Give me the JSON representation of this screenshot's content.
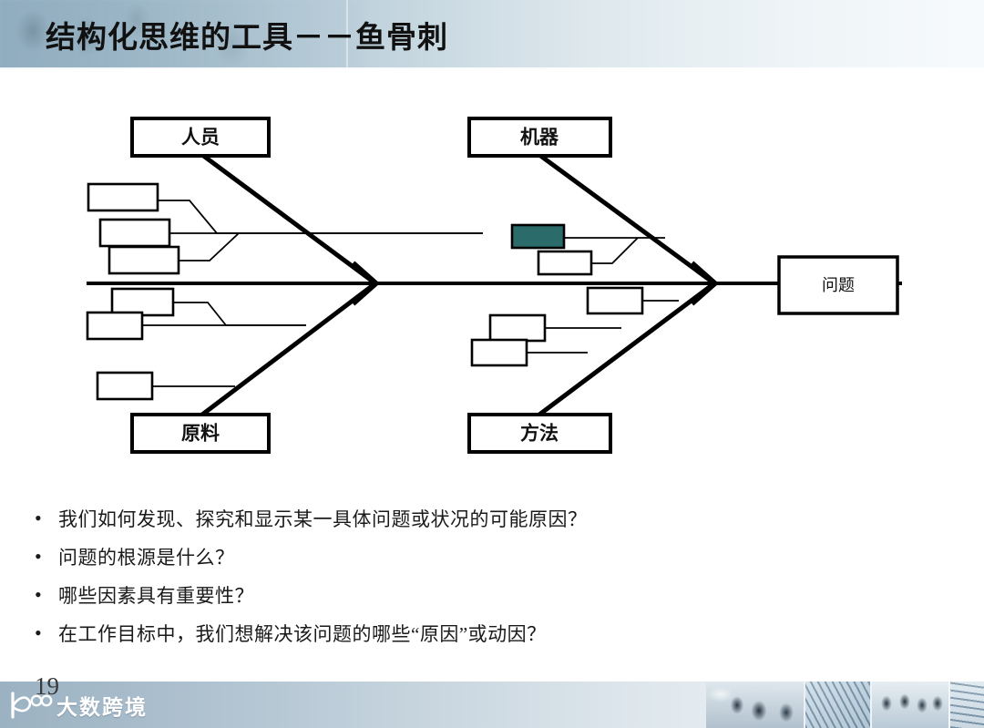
{
  "header": {
    "title": "结构化思维的工具－－鱼骨刺"
  },
  "diagram": {
    "type": "fishbone",
    "head": {
      "label": "问题"
    },
    "categories": [
      {
        "id": "personnel",
        "label": "人员",
        "position": "top-left"
      },
      {
        "id": "machine",
        "label": "机器",
        "position": "top-right"
      },
      {
        "id": "material",
        "label": "原料",
        "position": "bottom-left"
      },
      {
        "id": "method",
        "label": "方法",
        "position": "bottom-right"
      }
    ],
    "cause_boxes": [
      {
        "id": "personnel-cause-1",
        "label": "",
        "filled": false
      },
      {
        "id": "personnel-cause-2",
        "label": "",
        "filled": false
      },
      {
        "id": "personnel-cause-3",
        "label": "",
        "filled": false
      },
      {
        "id": "machine-cause-1",
        "label": "",
        "filled": true
      },
      {
        "id": "machine-cause-2",
        "label": "",
        "filled": false
      },
      {
        "id": "material-cause-1",
        "label": "",
        "filled": false
      },
      {
        "id": "material-cause-2",
        "label": "",
        "filled": false
      },
      {
        "id": "material-cause-3",
        "label": "",
        "filled": false
      },
      {
        "id": "method-cause-1",
        "label": "",
        "filled": false
      },
      {
        "id": "method-cause-2",
        "label": "",
        "filled": false
      },
      {
        "id": "method-cause-3",
        "label": "",
        "filled": false
      }
    ],
    "colors": {
      "line": "#000000",
      "box_fill": "#ffffff",
      "highlight_fill": "#2b6b69"
    }
  },
  "bullets": [
    {
      "marker": "•",
      "text": "我们如何发现、探究和显示某一具体问题或状况的可能原因？"
    },
    {
      "marker": "•",
      "text": "问题的根源是什么？"
    },
    {
      "marker": "•",
      "text": "哪些因素具有重要性？"
    },
    {
      "marker": "•",
      "text": "在工作目标中，我们想解决该问题的哪些“原因”或动因？"
    }
  ],
  "footer": {
    "page_number": "19",
    "logo_text": "大数跨境"
  }
}
